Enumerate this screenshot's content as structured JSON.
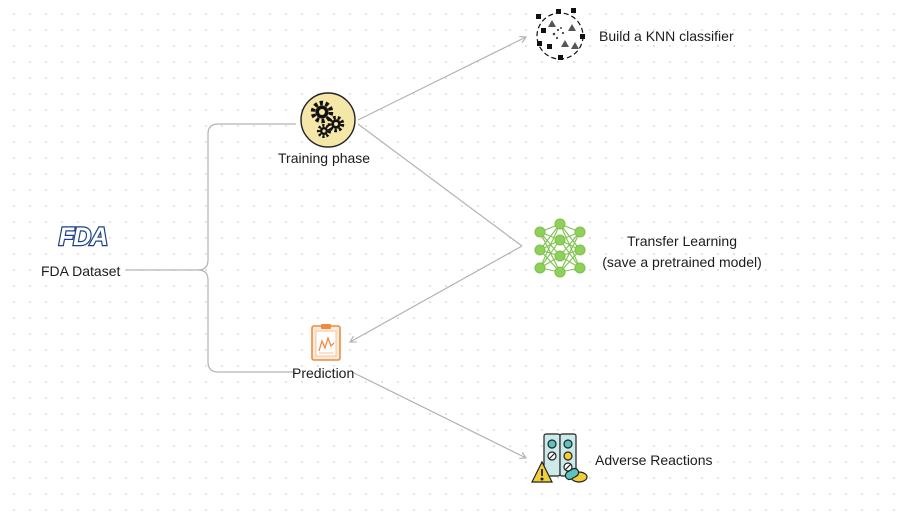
{
  "nodes": {
    "fda": {
      "logo_text": "FDA",
      "label": "FDA Dataset"
    },
    "training": {
      "label": "Training phase"
    },
    "prediction": {
      "label": "Prediction"
    },
    "knn": {
      "label": "Build a KNN classifier"
    },
    "transfer": {
      "line1": "Transfer Learning",
      "line2": "(save a pretrained model)"
    },
    "adverse": {
      "label": "Adverse Reactions"
    }
  },
  "colors": {
    "connector": "#b3b3b3",
    "fda_blue": "#1b3f8b",
    "gear_fill": "#f5e7a8",
    "gear_stroke": "#111111",
    "network_green": "#8fcf5b",
    "clipboard_orange": "#f08a3c",
    "warning_yellow": "#f2cf3a",
    "pill_teal": "#5cc4c0"
  },
  "icons": {
    "fda": "fda-logo-icon",
    "training": "gears-icon",
    "knn": "knn-scatter-icon",
    "transfer": "neural-network-icon",
    "prediction": "clipboard-chart-icon",
    "adverse": "pills-warning-icon"
  }
}
